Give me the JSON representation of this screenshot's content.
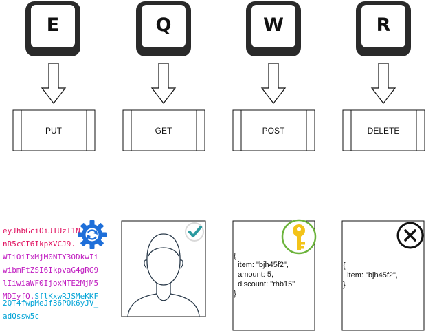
{
  "keys": [
    {
      "letter": "E",
      "method": "PUT"
    },
    {
      "letter": "Q",
      "method": "GET"
    },
    {
      "letter": "W",
      "method": "POST"
    },
    {
      "letter": "R",
      "method": "DELETE"
    }
  ],
  "token": {
    "lines": [
      [
        {
          "text": "eyJhbGciOiJIUzI1N",
          "color": "#e0115f"
        }
      ],
      [
        {
          "text": "nR5cCI6IkpXVCJ9.",
          "color": "#e0115f"
        }
      ],
      [
        {
          "text": "WIiOiIxMjM0NTY3ODkwIi",
          "color": "#c01cc0"
        }
      ],
      [
        {
          "text": "wibmFtZSI6IkpvaG4gRG9",
          "color": "#c01cc0"
        }
      ],
      [
        {
          "text": "lIiwiaWF0IjoxNTE2MjM5",
          "color": "#c01cc0"
        }
      ],
      [
        {
          "text": "MDIyfQ.",
          "color": "#c01cc0"
        },
        {
          "text": "SflKxwRJSMeKKF",
          "color": "#00a3d6"
        }
      ],
      [
        {
          "text": "2QT4fwpMeJf36POk6yJV_",
          "color": "#00a3d6"
        }
      ],
      [
        {
          "text": "adQssw5c",
          "color": "#00a3d6"
        }
      ]
    ],
    "badge_icon": "gear-refresh-icon",
    "badge_color": "#1e6fd9"
  },
  "user_card": {
    "icon": "user-avatar-icon",
    "badge_icon": "checkmark-icon",
    "badge_color": "#2b9aa0"
  },
  "post_card": {
    "lines": [
      "{",
      "  item: \"bjh45f2\",",
      "  amount: 5,",
      "  discount: \"rhb15\"",
      "}"
    ],
    "badge_icon": "key-icon",
    "key_color": "#f3c319",
    "ring_color": "#6bb33b"
  },
  "delete_card": {
    "lines": [
      "{",
      "  item: \"bjh45f2\",",
      "}"
    ],
    "badge_icon": "close-circle-icon"
  },
  "colors": {
    "stroke": "#111111",
    "arrow_fill": "#ffffff"
  }
}
